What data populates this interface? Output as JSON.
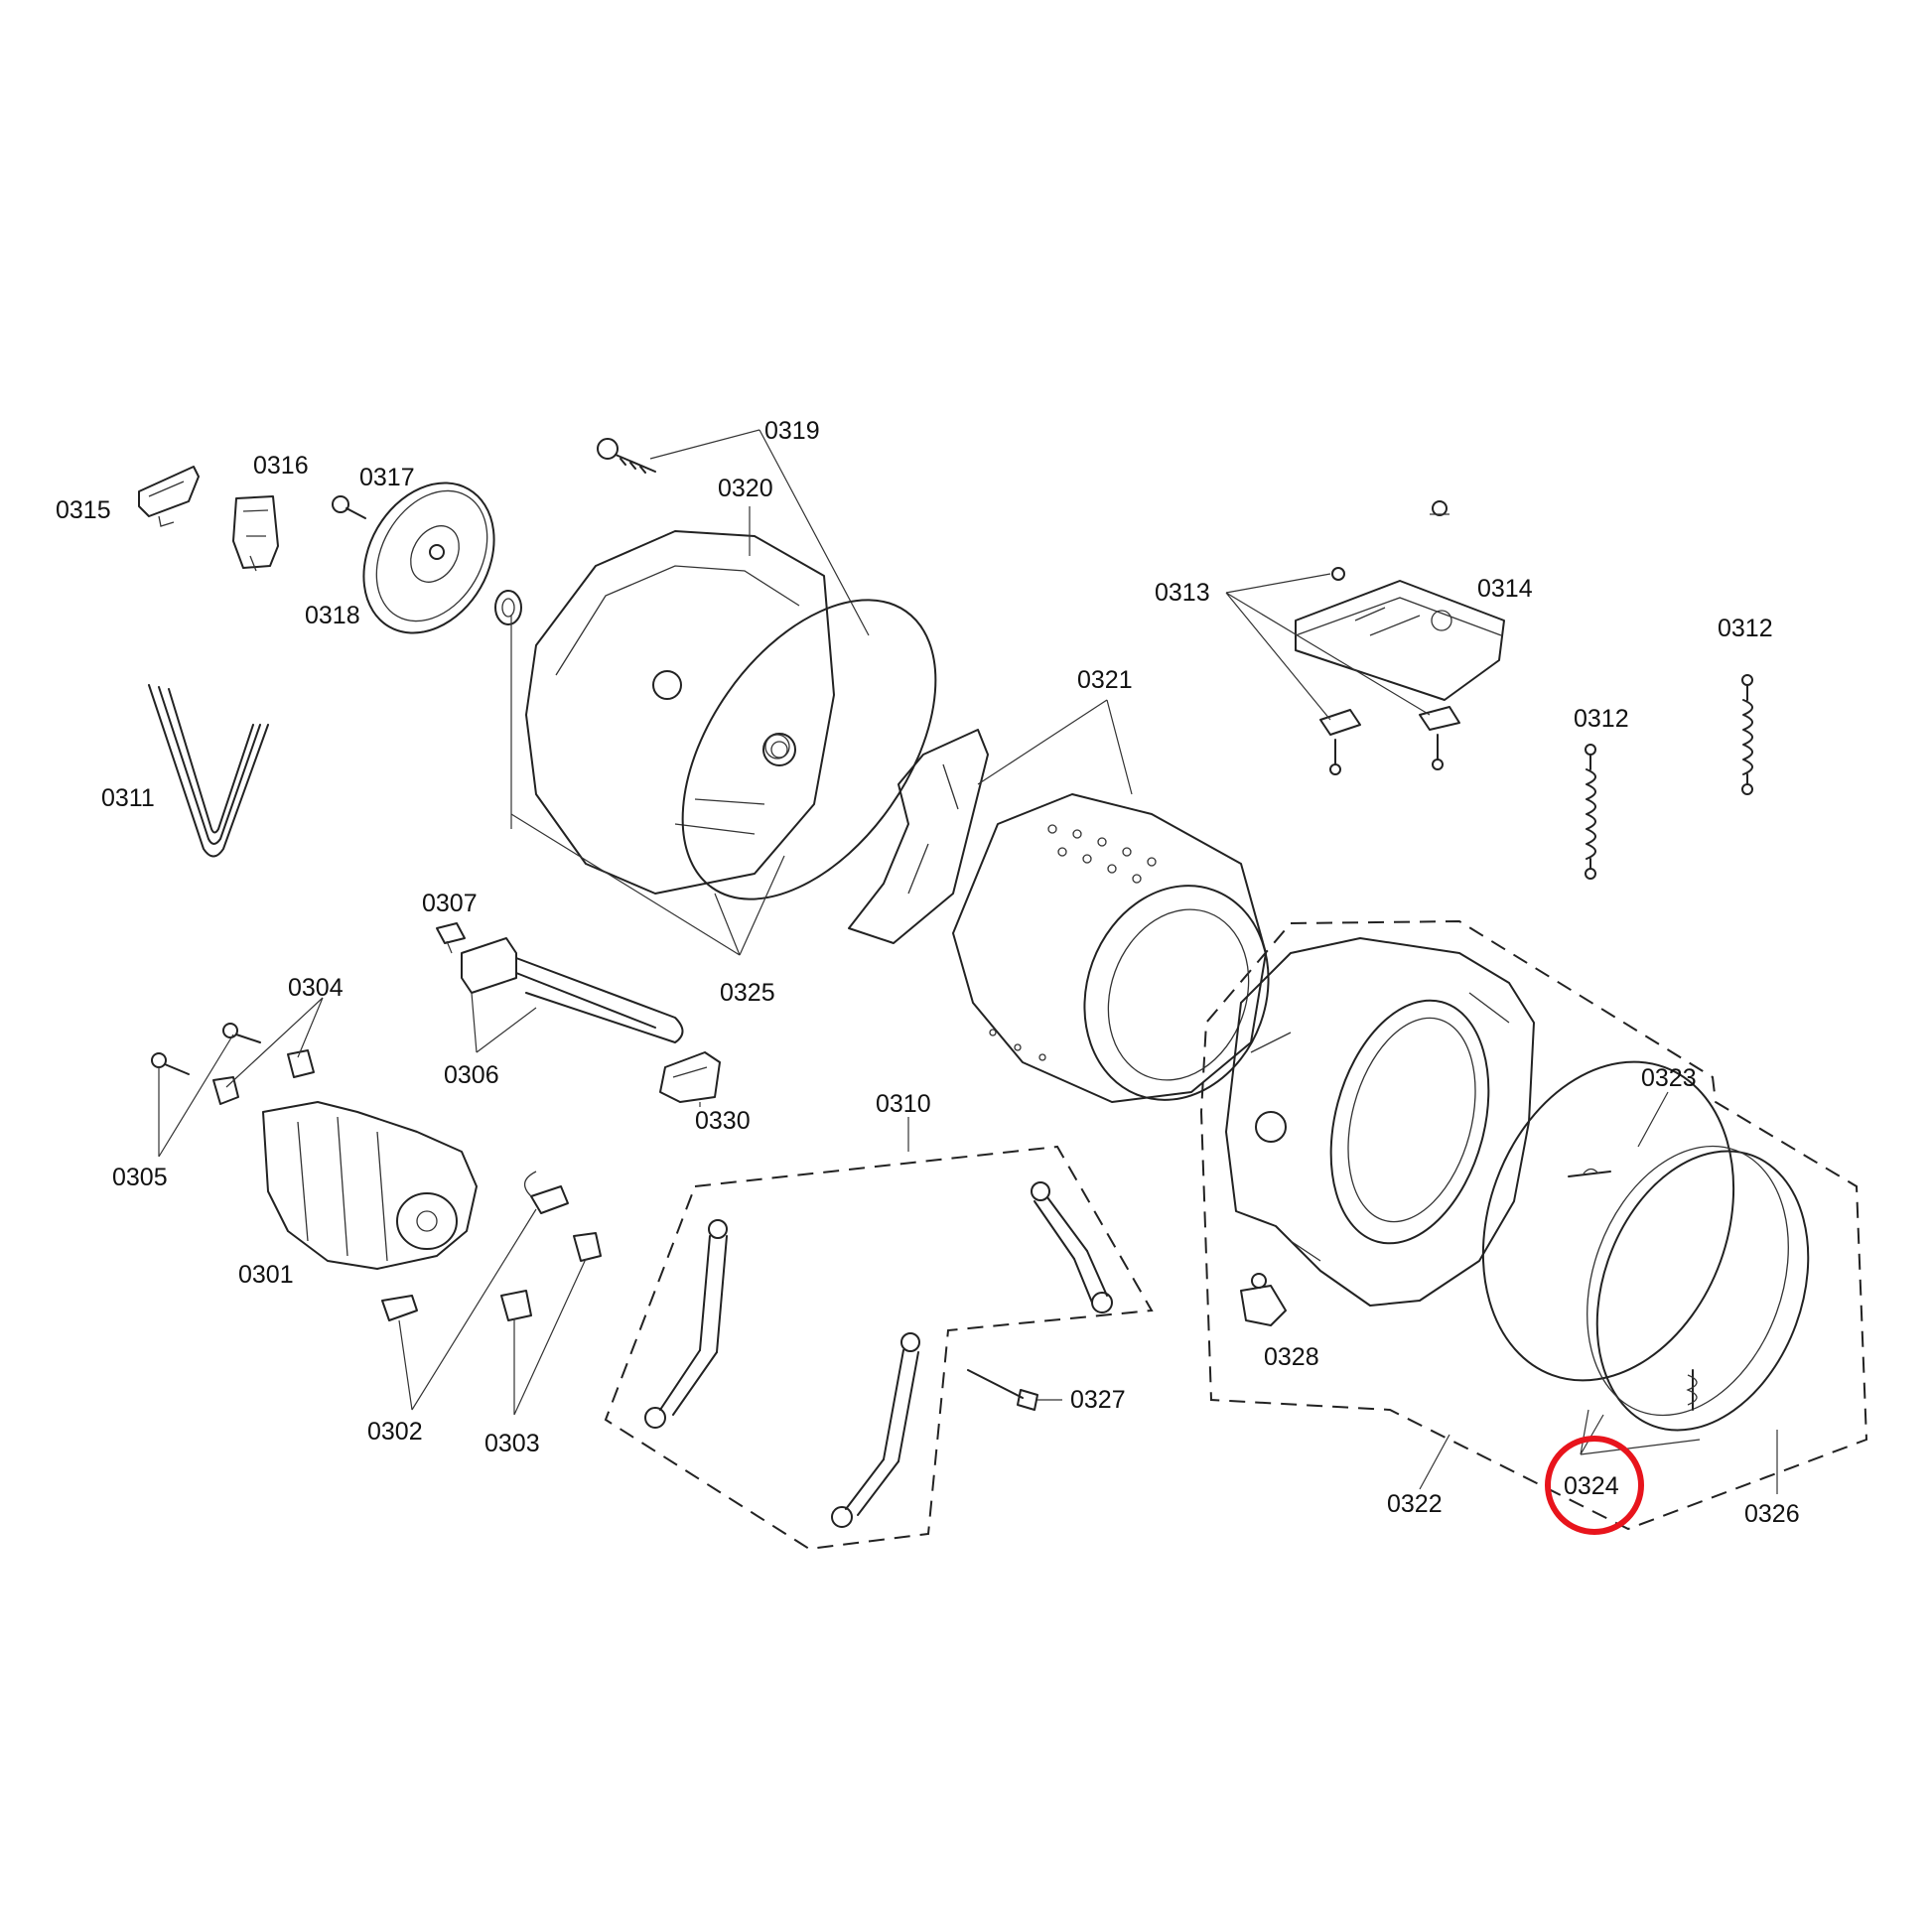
{
  "labels": {
    "p0301": "0301",
    "p0302": "0302",
    "p0303": "0303",
    "p0304": "0304",
    "p0305": "0305",
    "p0306": "0306",
    "p0307": "0307",
    "p0310": "0310",
    "p0311": "0311",
    "p0312a": "0312",
    "p0312b": "0312",
    "p0313": "0313",
    "p0314": "0314",
    "p0315": "0315",
    "p0316": "0316",
    "p0317": "0317",
    "p0318": "0318",
    "p0319": "0319",
    "p0320": "0320",
    "p0321": "0321",
    "p0322": "0322",
    "p0323": "0323",
    "p0324": "0324",
    "p0325": "0325",
    "p0326": "0326",
    "p0327": "0327",
    "p0328": "0328",
    "p0330": "0330"
  },
  "highlight": {
    "part": "0324",
    "color": "#e8141c"
  }
}
